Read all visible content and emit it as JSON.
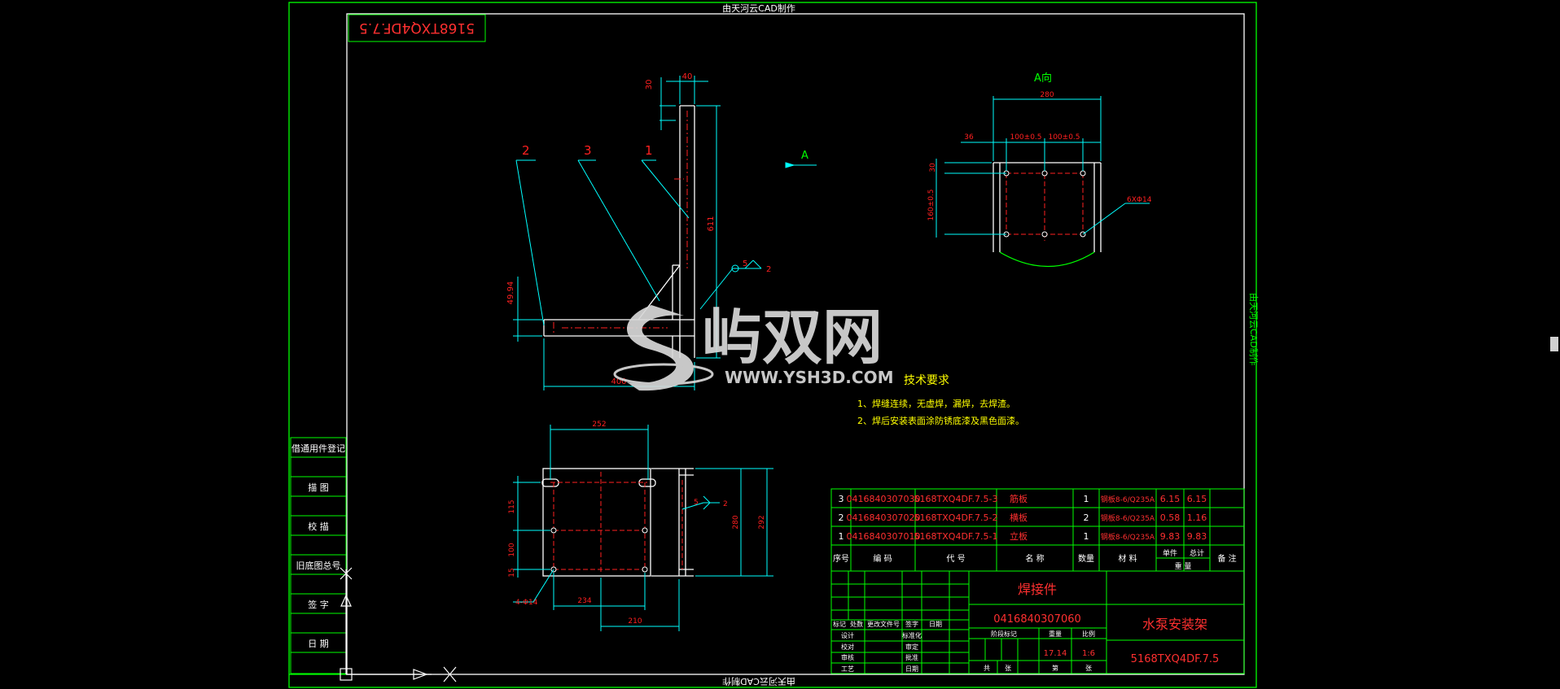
{
  "frame": {
    "top_credit": "由天河云CAD制作",
    "bottom_credit": "由天河云CAD制作",
    "side_credit": "由天河云CAD制作",
    "title_stamp": "5168TXQ4DF.7.5"
  },
  "left_column": {
    "items": [
      "借通用件登记",
      "描 图",
      "校 描",
      "旧底图总号",
      "签 字",
      "日 期"
    ]
  },
  "main_view": {
    "part_labels": [
      "2",
      "3",
      "1"
    ],
    "view_arrow_label": "A",
    "dimensions": {
      "top_width": "40",
      "top_small": "30",
      "vertical_height": "611",
      "side_small": "49.94",
      "base_length": "400",
      "weld_5": "5",
      "weld_2": "2"
    }
  },
  "view_a": {
    "title": "A向",
    "dims": {
      "overall": "280",
      "left_off": "36",
      "spacing_1": "100±0.5",
      "spacing_2": "100±0.5",
      "top_off": "30",
      "vert_spacing": "160±0.5",
      "holes": "6XΦ14"
    }
  },
  "bottom_view": {
    "dims": {
      "top": "252",
      "left_1": "115",
      "left_2": "100",
      "left_3": "15",
      "right_1": "280",
      "right_2": "292",
      "bottom_1": "234",
      "bottom_2": "210",
      "holes": "4-Φ14",
      "weld_5": "5",
      "weld_2": "2"
    }
  },
  "tech_req": {
    "title": "技术要求",
    "lines": [
      "1、焊缝连续，无虚焊，漏焊，去焊渣。",
      "2、焊后安装表面涂防锈底漆及黑色面漆。"
    ]
  },
  "bom": {
    "headers": [
      "序号",
      "编 码",
      "代 号",
      "名 称",
      "数量",
      "材 料",
      "单件",
      "总计",
      "备 注"
    ],
    "header_weight": "重 量",
    "rows": [
      {
        "no": "3",
        "code": "0416840307030",
        "drawing": "5168TXQ4DF.7.5-3",
        "name": "筋板",
        "qty": "1",
        "material": "钢板8-6/Q235A",
        "unit": "6.15",
        "total": "6.15"
      },
      {
        "no": "2",
        "code": "0416840307020",
        "drawing": "5168TXQ4DF.7.5-2",
        "name": "横板",
        "qty": "2",
        "material": "钢板8-6/Q235A",
        "unit": "0.58",
        "total": "1.16"
      },
      {
        "no": "1",
        "code": "0416840307010",
        "drawing": "5168TXQ4DF.7.5-1",
        "name": "立板",
        "qty": "1",
        "material": "钢板8-6/Q235A",
        "unit": "9.83",
        "total": "9.83"
      }
    ]
  },
  "title_block": {
    "type": "焊接件",
    "code": "0416840307060",
    "name": "水泵安装架",
    "drawing_no": "5168TXQ4DF.7.5",
    "weight": "17.14",
    "scale": "1:6",
    "labels_left": [
      "设计",
      "校对",
      "审核",
      "工艺"
    ],
    "labels_mid": [
      "标准化",
      "审定",
      "批准",
      "日期"
    ],
    "labels_top": [
      "标记",
      "处数",
      "更改文件号",
      "签字",
      "日期"
    ],
    "labels_stage": [
      "阶段标记",
      "重量",
      "比例"
    ],
    "sheet": [
      "共",
      "张",
      "第",
      "张"
    ]
  },
  "watermark": {
    "brand": "屿双网",
    "url": "WWW.YSH3D.COM"
  },
  "colors": {
    "frame": "#00ff00",
    "dimension": "#00ffff",
    "part_line": "#ffffff",
    "centerline": "#ff0000",
    "label_text": "#ff2020",
    "tech_text": "#ffff00"
  }
}
